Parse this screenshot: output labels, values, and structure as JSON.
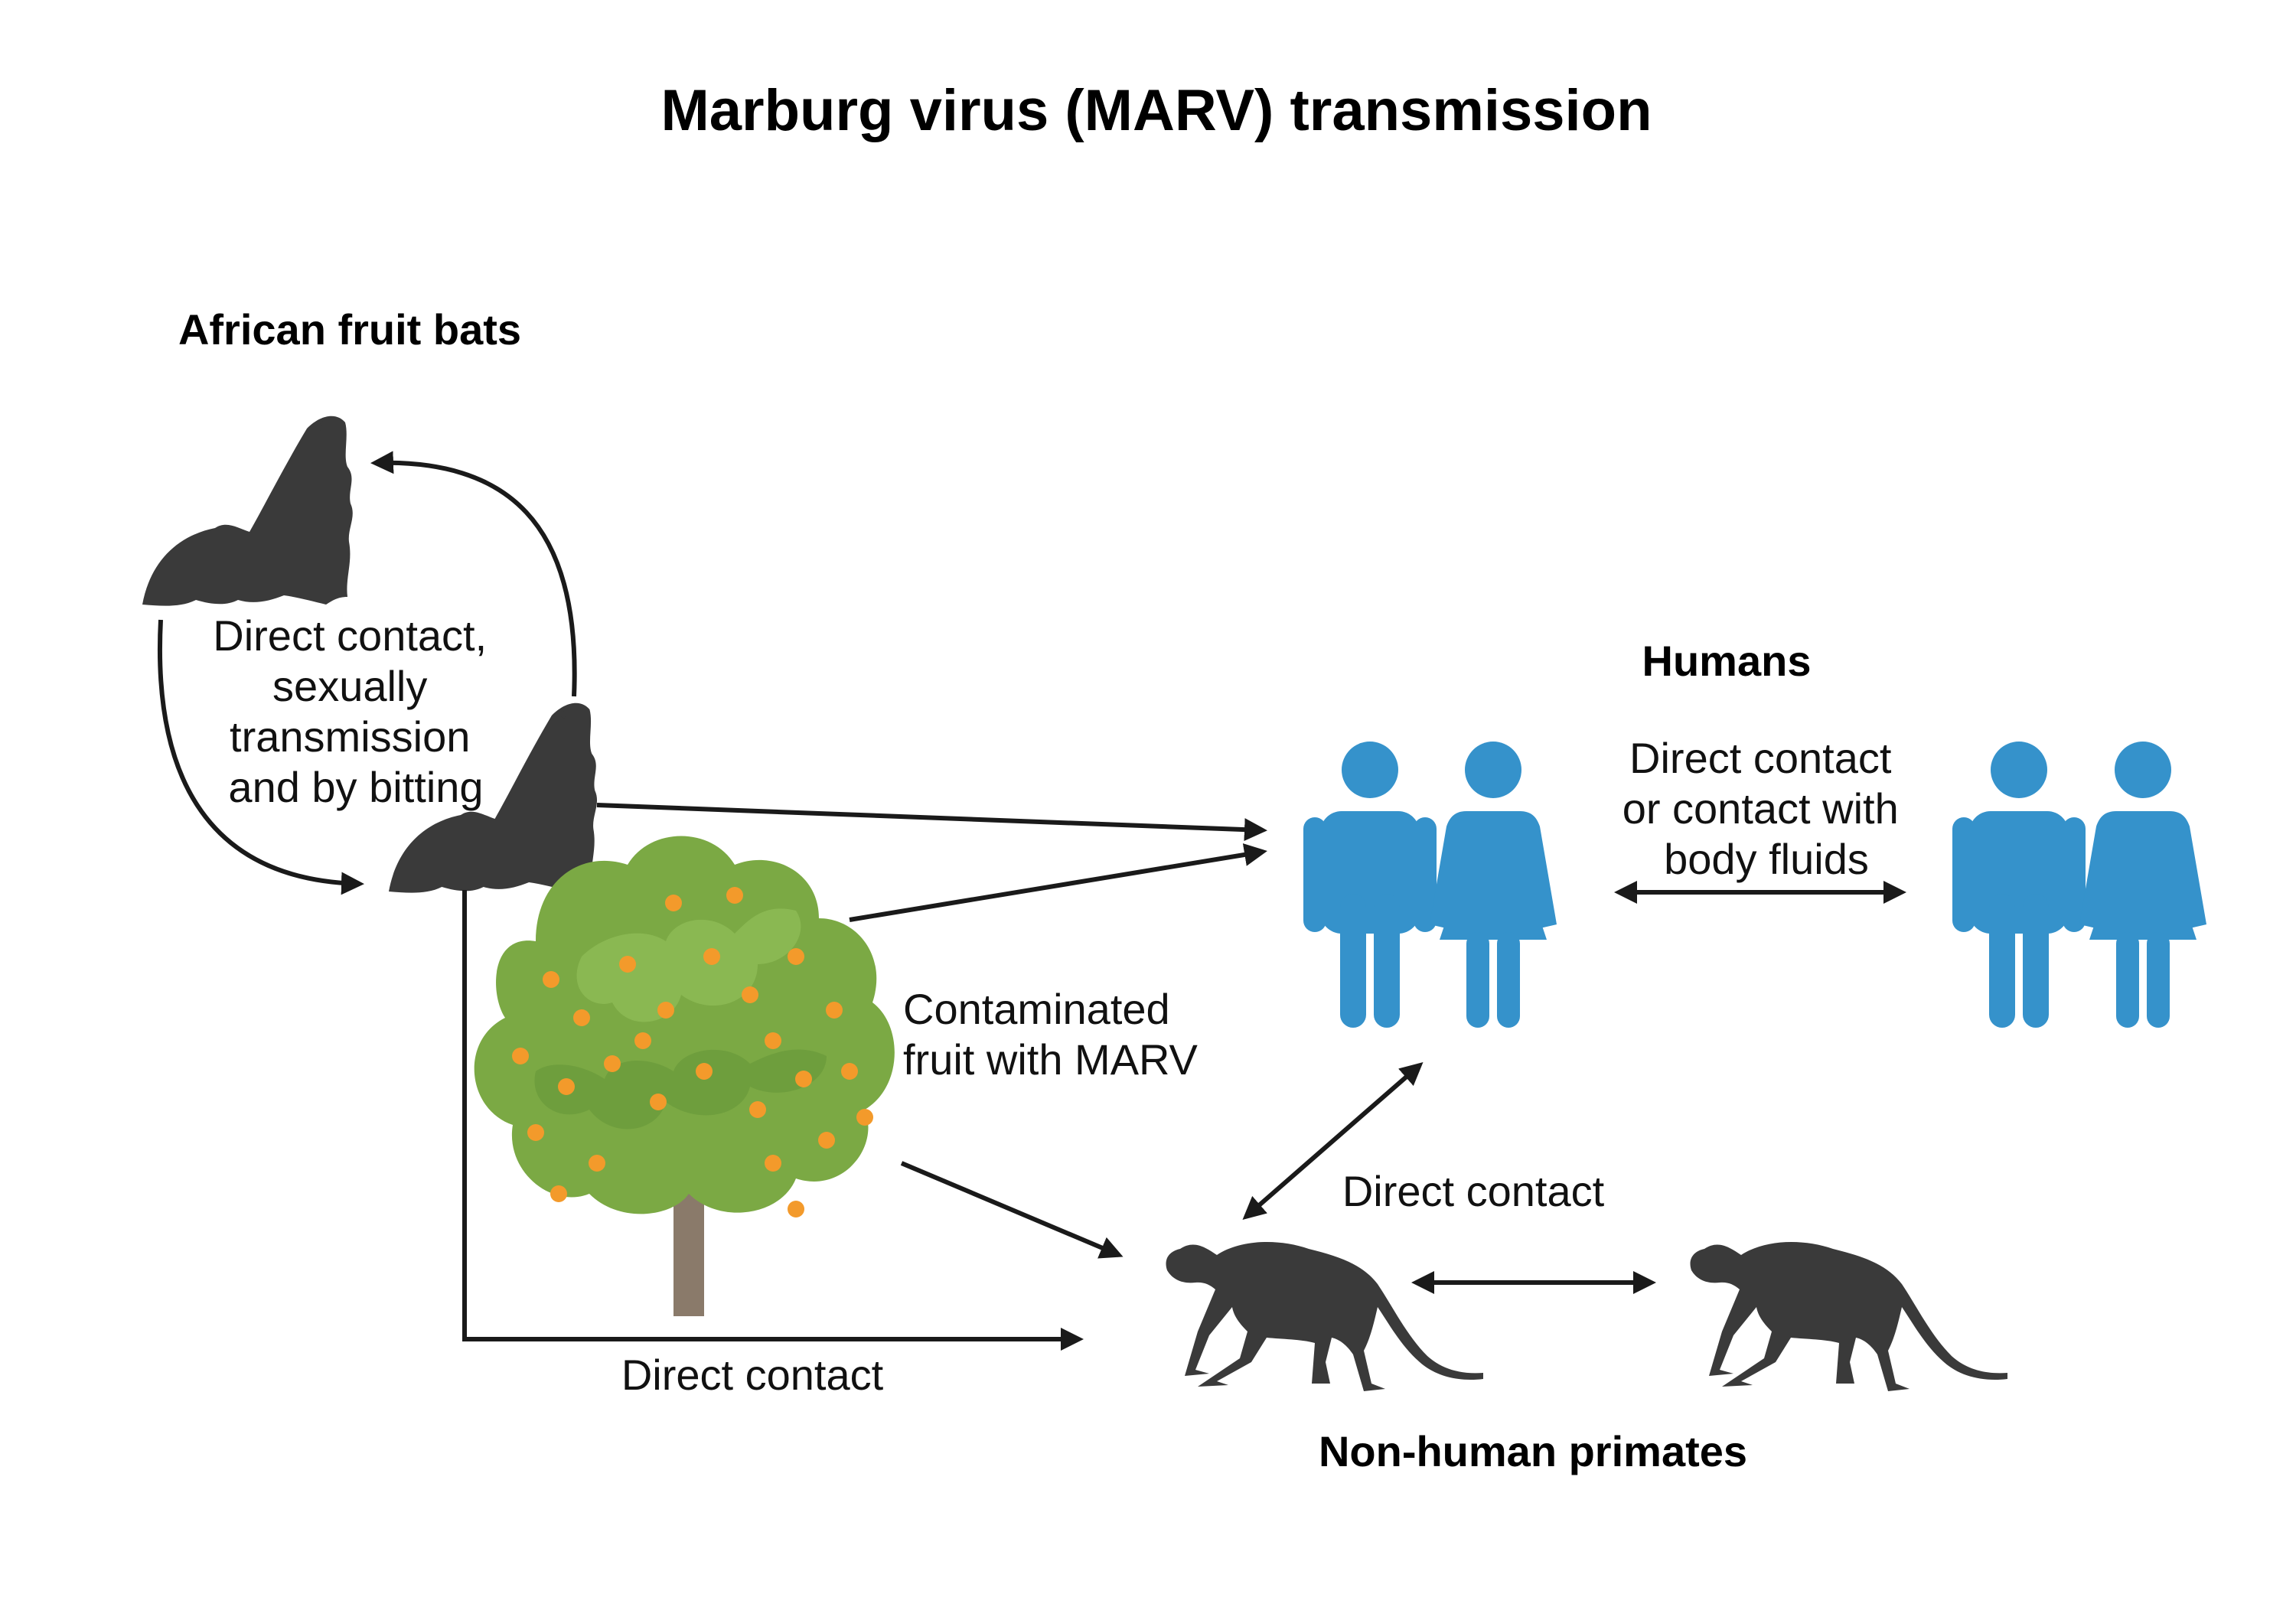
{
  "title": "Marburg virus (MARV) transmission",
  "groups": {
    "bats": "African fruit bats",
    "humans": "Humans",
    "primates": "Non-human primates"
  },
  "edges": {
    "bat_to_bat": [
      "Direct contact,",
      "sexually",
      "transmission",
      "and by bitting"
    ],
    "human_to_human": [
      "Direct contact",
      "or contact with",
      "body fluids"
    ],
    "fruit": [
      "Contaminated",
      "fruit with MARV"
    ],
    "primate_human": "Direct contact",
    "bat_to_primate": "Direct contact"
  },
  "colors": {
    "human": "#3592cb",
    "animal": "#3a3a3a",
    "foliage": "#7ba944",
    "fruit": "#f39a2b",
    "trunk": "#8a7a6a"
  },
  "icons": [
    "bat-icon",
    "person-male-icon",
    "person-female-icon",
    "tree-icon",
    "monkey-icon"
  ]
}
